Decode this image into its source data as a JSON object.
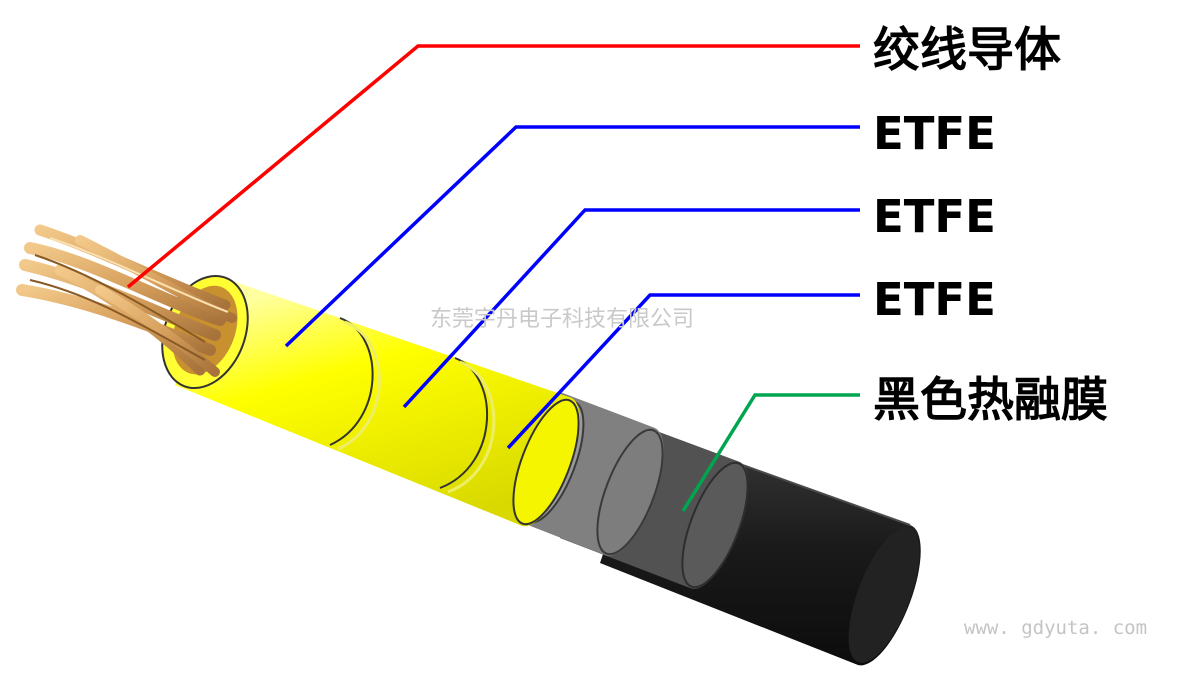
{
  "labels": {
    "conductor": "绞线导体",
    "layer1": "ETFE",
    "layer2": "ETFE",
    "layer3": "ETFE",
    "film": "黑色热融膜"
  },
  "watermark": {
    "company": "东莞宇丹电子科技有限公司",
    "url": "www. gdyuta. com"
  },
  "colors": {
    "leader_conductor": "#ff0000",
    "leader_etfe": "#0000ff",
    "leader_film": "#00a550",
    "etfe": "#ffff00",
    "film_gray": "#808080",
    "film_dark": "#505050",
    "jacket": "#1a1a1a",
    "copper": "#d9a25f"
  }
}
